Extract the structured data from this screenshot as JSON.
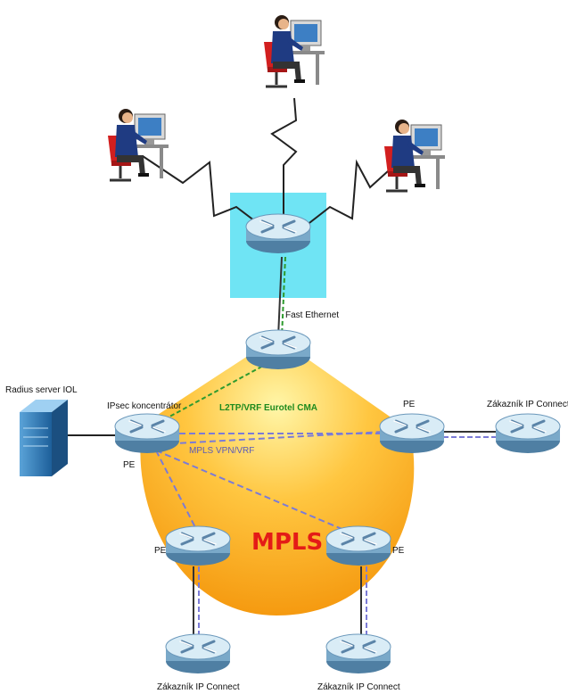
{
  "colors": {
    "mpls_gradient": [
      "#fff6a8",
      "#ffc640",
      "#f59a10"
    ],
    "lan_box": "#6fe4f4",
    "router_body": "#7aa9c9",
    "router_top": "#d9ecf6",
    "vpn_link": "#7b7bd6",
    "l2tp_link": "#2e9a2e",
    "mpls_label": "#e41b17",
    "user_suit": "#1f3b82",
    "user_chair": "#d21f1f"
  },
  "labels": {
    "fast_ethernet": "Fast Ethernet",
    "radius_server": "Radius server IOL",
    "ipsec": "IPsec koncentrátor",
    "pe_left": "PE",
    "pe_right": "PE",
    "pe_bottom_left": "PE",
    "pe_bottom_right": "PE",
    "l2tp": "L2TP/VRF Eurotel CMA",
    "mpls_vpn": "MPLS VPN/VRF",
    "mpls": "MPLS",
    "customer_right": "Zákazník IP Connect",
    "customer_bottom_left": "Zákazník IP Connect",
    "customer_bottom_right": "Zákazník IP Connect"
  }
}
